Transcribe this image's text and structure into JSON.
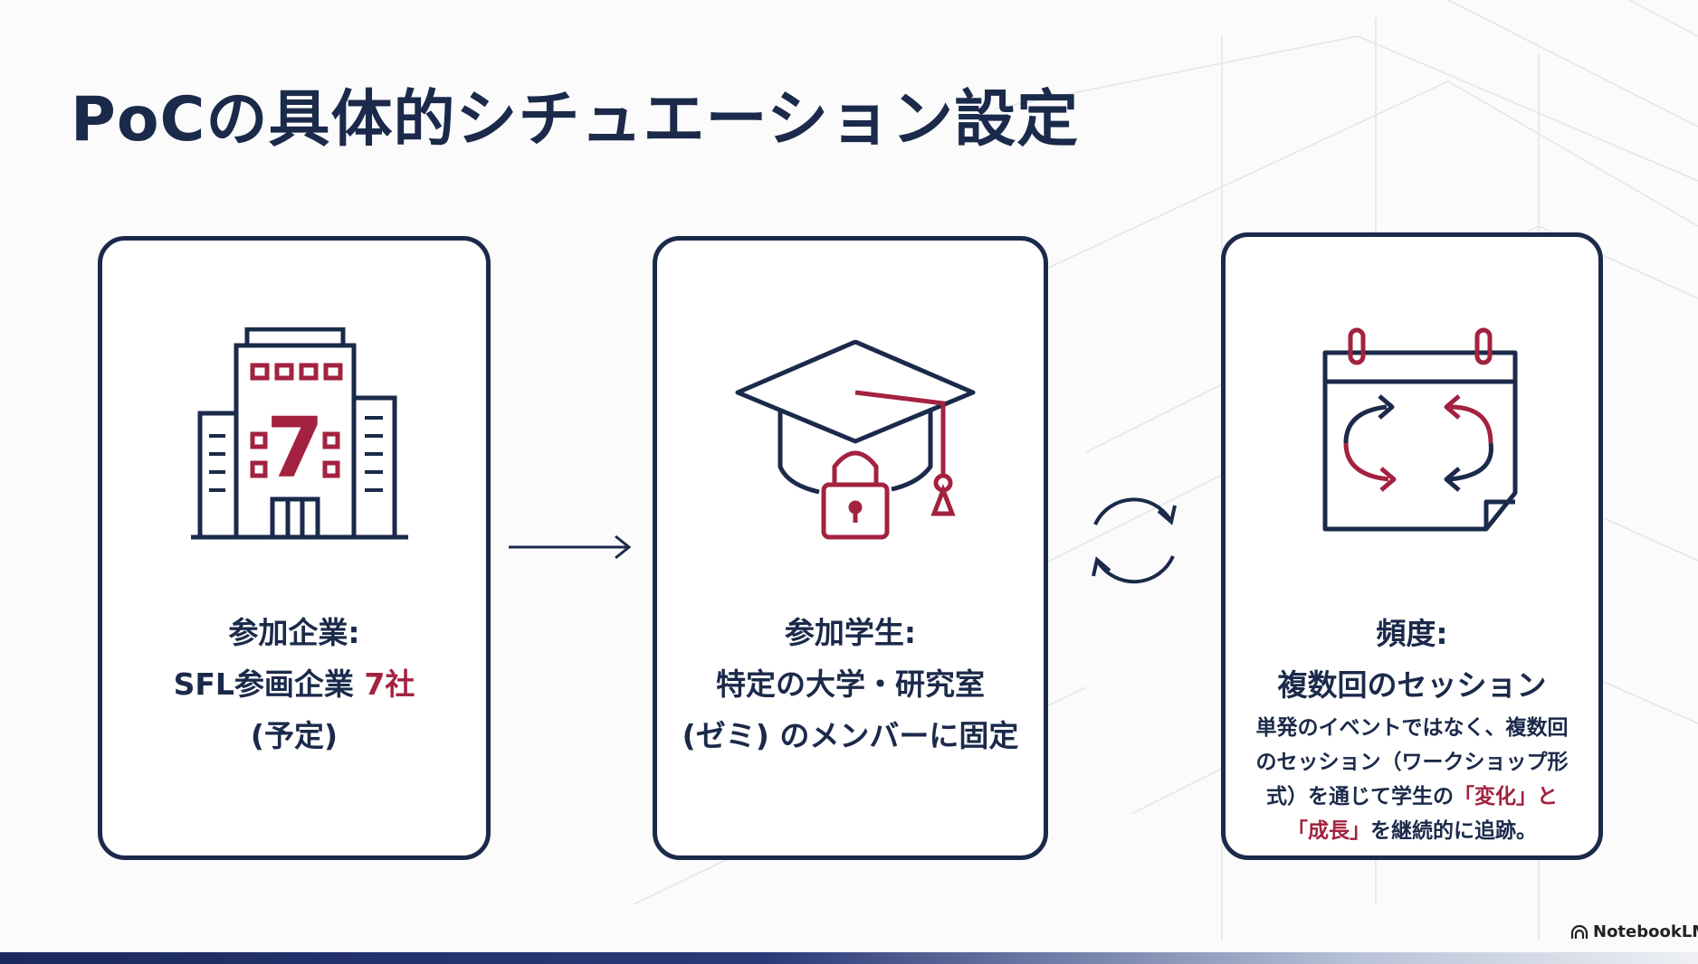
{
  "title": "PoCの具体的シチュエーション設定",
  "cards": [
    {
      "heading": "参加企業:",
      "line2_prefix": "SFL参画企業 ",
      "line2_highlight": "7社",
      "line3": "(予定)",
      "icon_number": "7",
      "icon": "building-icon"
    },
    {
      "heading": "参加学生:",
      "line2": "特定の大学・研究室",
      "line3": "(ゼミ) のメンバーに固定",
      "icon": "graduation-cap-lock-icon"
    },
    {
      "heading": "頻度:",
      "line2": "複数回のセッション",
      "desc": {
        "l1": "単発のイベントではなく、複数回",
        "l2": "のセッション（ワークショップ形",
        "l3_prefix": "式）を通じて学生の",
        "l3_highlight": "「変化」と",
        "l4_highlight": "「成長」",
        "l4_suffix": "を継続的に追跡。"
      },
      "icon": "calendar-cycle-icon"
    }
  ],
  "brand": "NotebookLM",
  "colors": {
    "navy": "#1b2a4a",
    "accent": "#a3223f"
  }
}
